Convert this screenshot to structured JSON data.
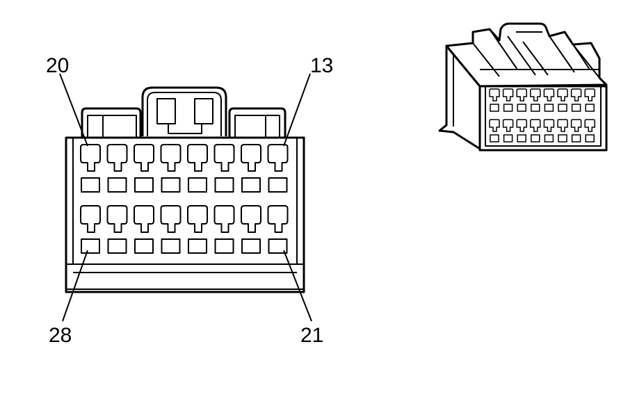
{
  "pin_labels": {
    "top_left": "20",
    "top_right": "13",
    "bottom_left": "28",
    "bottom_right": "21"
  },
  "pins_per_row": 8,
  "rows": 2
}
